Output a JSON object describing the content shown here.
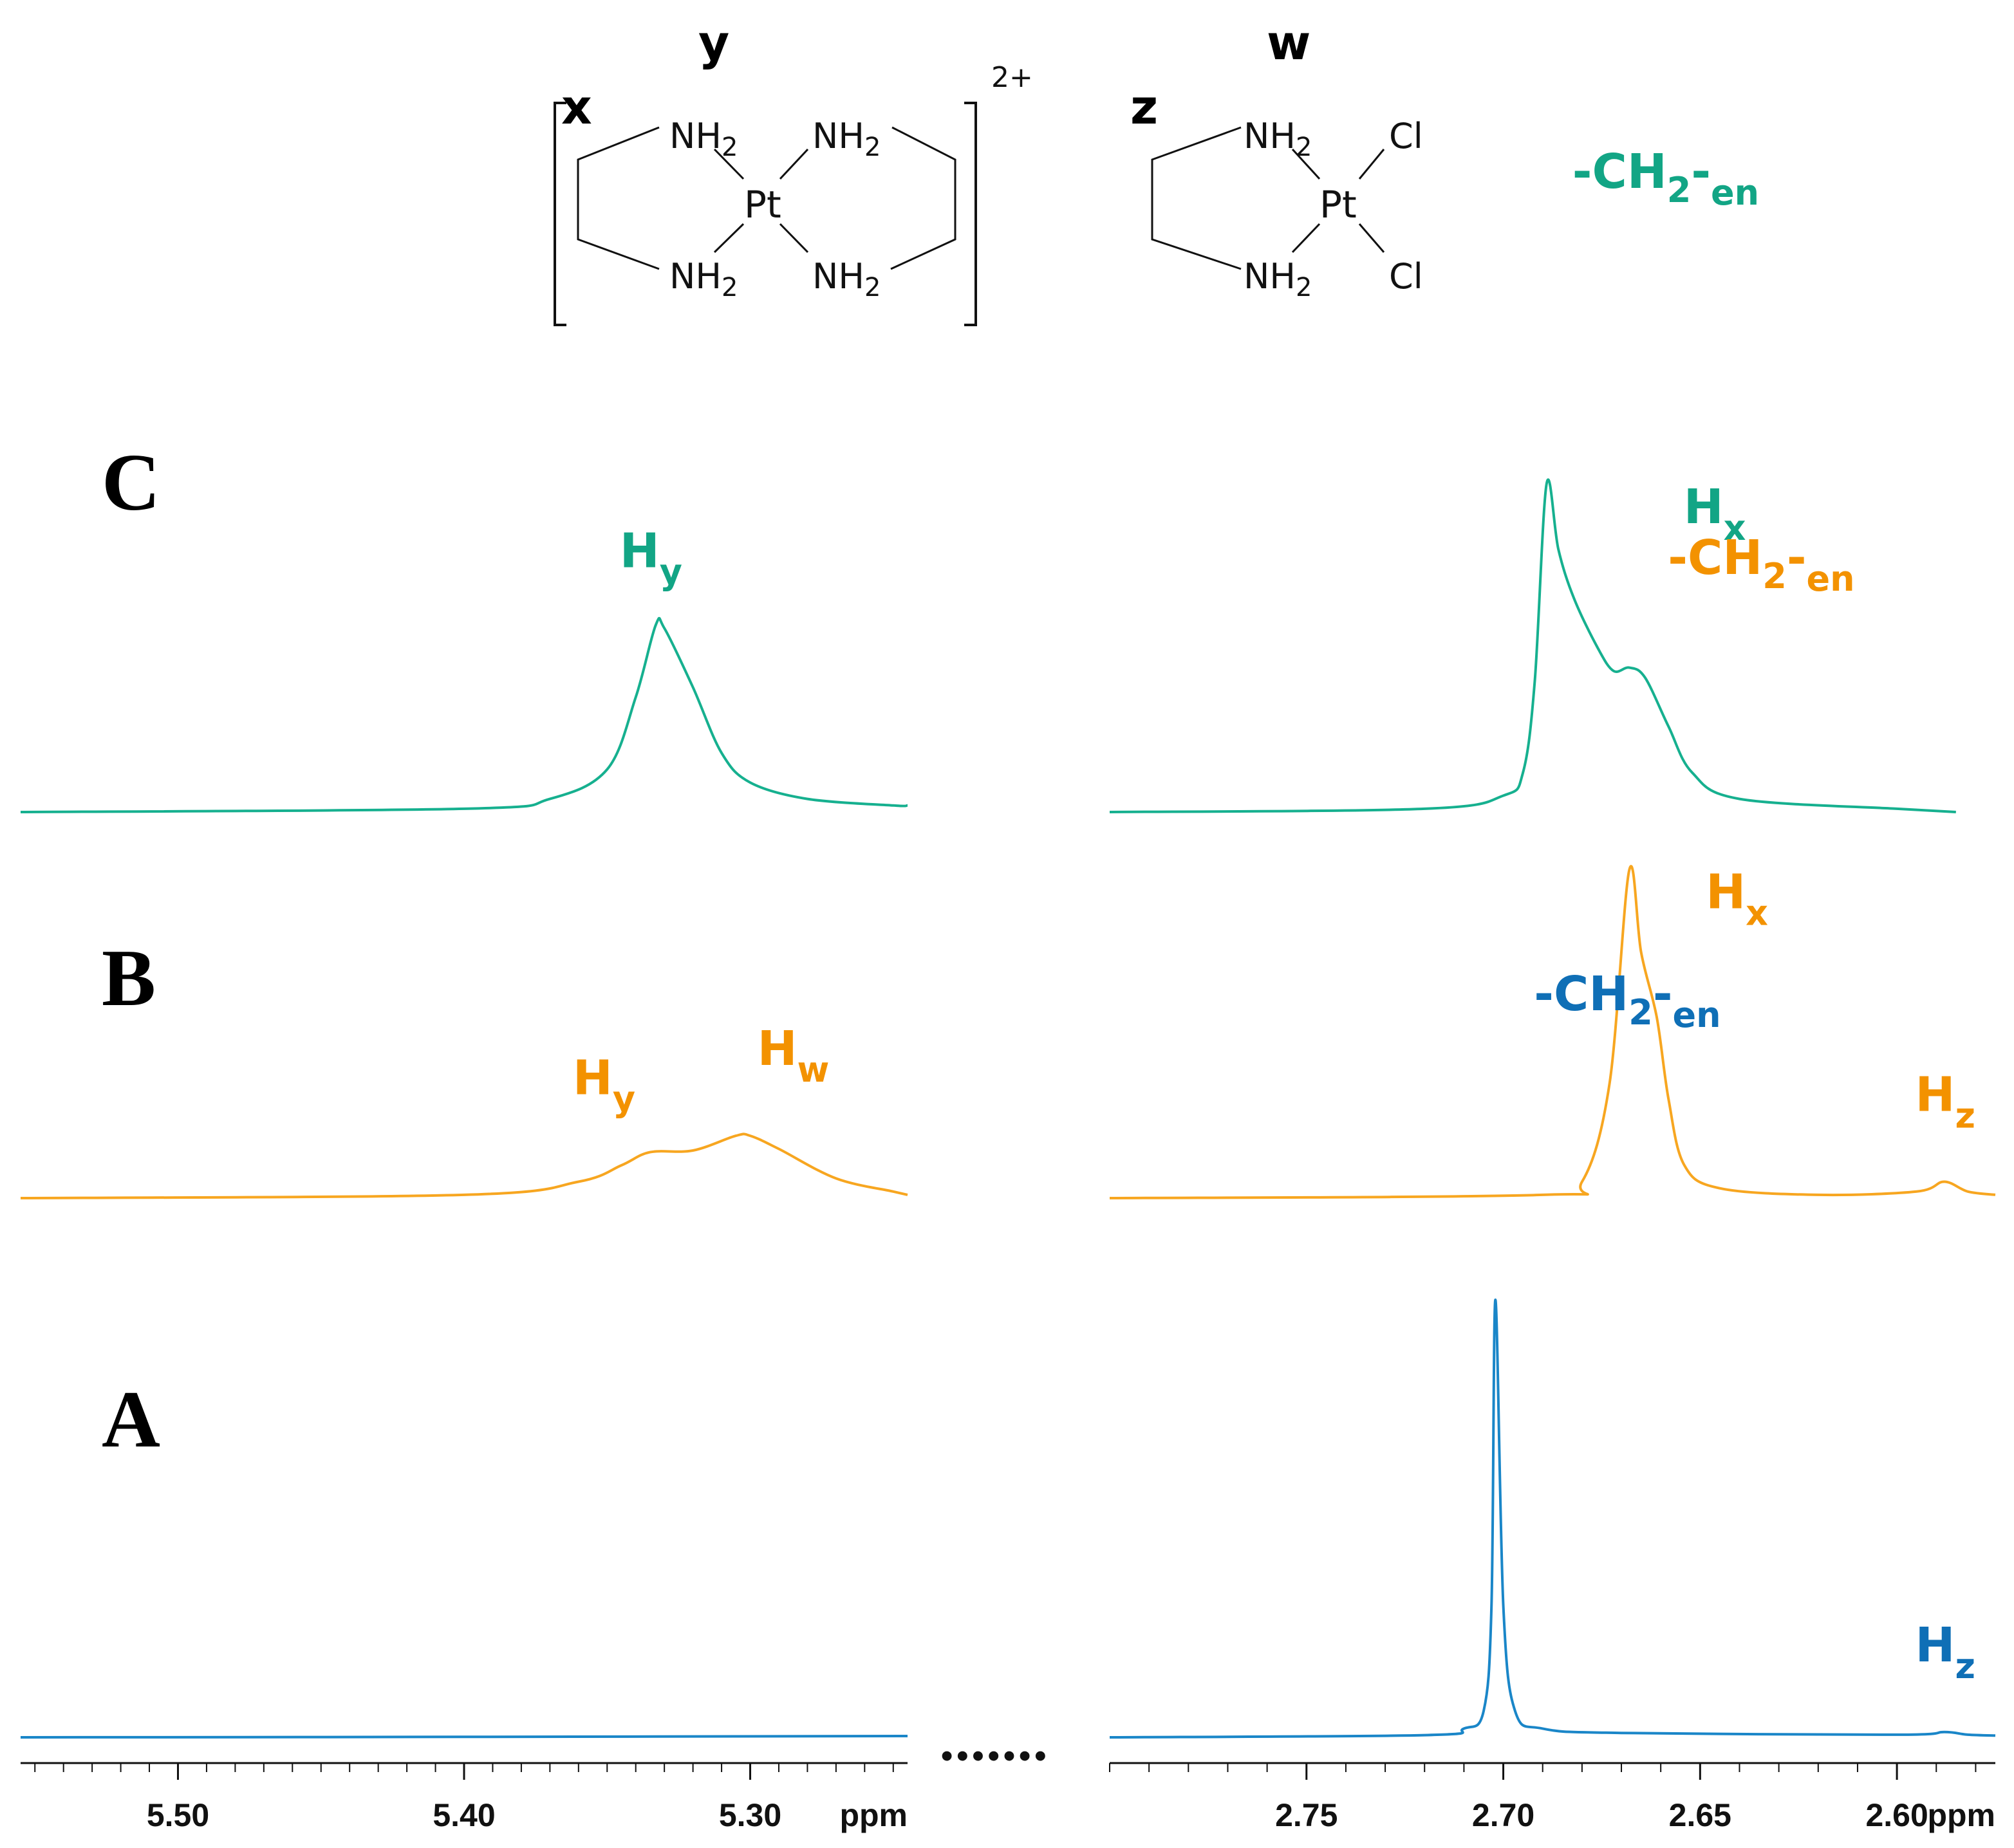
{
  "structures": {
    "complex1": {
      "charge": "2+",
      "metal": "Pt",
      "amine": [
        "NH",
        "2"
      ],
      "site_labels": {
        "x": "x",
        "y": "y"
      }
    },
    "complex2": {
      "metal": "Pt",
      "amine": [
        "NH",
        "2"
      ],
      "chloride": "Cl",
      "site_labels": {
        "z": "z",
        "w": "w"
      }
    }
  },
  "axis_break": "•••••••",
  "chart_data": {
    "type": "line",
    "title": "",
    "x_unit": "ppm",
    "x_reversed": true,
    "axes": [
      {
        "name": "left",
        "xlim": [
          5.555,
          5.245
        ],
        "tick_labels": [
          "5.50",
          "5.40",
          "5.30"
        ],
        "tick_values": [
          5.5,
          5.4,
          5.3
        ],
        "unit_label": "ppm"
      },
      {
        "name": "right",
        "xlim": [
          2.8,
          2.575
        ],
        "tick_labels": [
          "2.75",
          "2.70",
          "2.65",
          "2.60"
        ],
        "tick_values": [
          2.75,
          2.7,
          2.65,
          2.6
        ],
        "unit_label": "ppm"
      }
    ],
    "colors": {
      "A": "#1a86c8",
      "B": "#f7a620",
      "C": "#16b08f",
      "B_label": "#f39200",
      "A_label": "#0f6fb6",
      "C_label": "#12a585"
    },
    "spectra": [
      {
        "name": "C",
        "left_points": [
          [
            5.555,
            0
          ],
          [
            5.4,
            0.01
          ],
          [
            5.37,
            0.04
          ],
          [
            5.35,
            0.13
          ],
          [
            5.34,
            0.35
          ],
          [
            5.333,
            0.57
          ],
          [
            5.33,
            0.56
          ],
          [
            5.32,
            0.38
          ],
          [
            5.31,
            0.18
          ],
          [
            5.3,
            0.09
          ],
          [
            5.28,
            0.04
          ],
          [
            5.25,
            0.02
          ],
          [
            5.245,
            0.02
          ]
        ],
        "right_points": [
          [
            2.8,
            0
          ],
          [
            2.72,
            0.01
          ],
          [
            2.7,
            0.05
          ],
          [
            2.695,
            0.12
          ],
          [
            2.692,
            0.4
          ],
          [
            2.689,
            1.0
          ],
          [
            2.686,
            0.8
          ],
          [
            2.682,
            0.65
          ],
          [
            2.676,
            0.5
          ],
          [
            2.672,
            0.43
          ],
          [
            2.668,
            0.44
          ],
          [
            2.664,
            0.41
          ],
          [
            2.658,
            0.26
          ],
          [
            2.652,
            0.12
          ],
          [
            2.64,
            0.04
          ],
          [
            2.6,
            0.01
          ],
          [
            2.585,
            0
          ]
        ],
        "peak_labels": [
          {
            "text": "H",
            "sub": "y",
            "ppm": 5.333,
            "panel": "left"
          },
          {
            "text": "-CH",
            "sub2": "2",
            "mid": "-",
            "tail": "en",
            "ppm": 2.689,
            "panel": "right"
          },
          {
            "text": "H",
            "sub": "x",
            "ppm": 2.664,
            "panel": "right"
          }
        ]
      },
      {
        "name": "B",
        "left_points": [
          [
            5.555,
            0
          ],
          [
            5.4,
            0.01
          ],
          [
            5.36,
            0.05
          ],
          [
            5.345,
            0.1
          ],
          [
            5.335,
            0.14
          ],
          [
            5.32,
            0.145
          ],
          [
            5.305,
            0.19
          ],
          [
            5.3,
            0.19
          ],
          [
            5.29,
            0.15
          ],
          [
            5.27,
            0.06
          ],
          [
            5.25,
            0.02
          ],
          [
            5.245,
            0.01
          ]
        ],
        "right_points": [
          [
            2.8,
            0
          ],
          [
            2.69,
            0.01
          ],
          [
            2.68,
            0.05
          ],
          [
            2.673,
            0.35
          ],
          [
            2.668,
            1.0
          ],
          [
            2.665,
            0.75
          ],
          [
            2.661,
            0.55
          ],
          [
            2.658,
            0.3
          ],
          [
            2.654,
            0.1
          ],
          [
            2.645,
            0.03
          ],
          [
            2.62,
            0.01
          ],
          [
            2.595,
            0.02
          ],
          [
            2.588,
            0.05
          ],
          [
            2.582,
            0.02
          ],
          [
            2.575,
            0.01
          ]
        ],
        "peak_labels": [
          {
            "text": "H",
            "sub": "y",
            "ppm": 5.335,
            "panel": "left"
          },
          {
            "text": "H",
            "sub": "w",
            "ppm": 5.302,
            "panel": "left"
          },
          {
            "text": "-CH",
            "sub2": "2",
            "mid": "-",
            "tail": "en",
            "ppm": 2.668,
            "panel": "right"
          },
          {
            "text": "H",
            "sub": "x",
            "ppm": 2.66,
            "panel": "right"
          },
          {
            "text": "H",
            "sub": "z",
            "ppm": 2.588,
            "panel": "right"
          }
        ]
      },
      {
        "name": "A",
        "left_points": [
          [
            5.555,
            0
          ],
          [
            5.4,
            0.001
          ],
          [
            5.245,
            0.003
          ]
        ],
        "right_points": [
          [
            2.8,
            0
          ],
          [
            2.72,
            0.005
          ],
          [
            2.71,
            0.02
          ],
          [
            2.705,
            0.06
          ],
          [
            2.703,
            0.3
          ],
          [
            2.702,
            1.0
          ],
          [
            2.7,
            0.3
          ],
          [
            2.697,
            0.06
          ],
          [
            2.69,
            0.02
          ],
          [
            2.67,
            0.01
          ],
          [
            2.6,
            0.006
          ],
          [
            2.588,
            0.012
          ],
          [
            2.582,
            0.006
          ],
          [
            2.575,
            0.004
          ]
        ],
        "peak_labels": [
          {
            "text": "-CH",
            "sub2": "2",
            "mid": "-",
            "tail": "en",
            "ppm": 2.702,
            "panel": "right"
          },
          {
            "text": "H",
            "sub": "z",
            "ppm": 2.588,
            "panel": "right"
          }
        ]
      }
    ]
  }
}
